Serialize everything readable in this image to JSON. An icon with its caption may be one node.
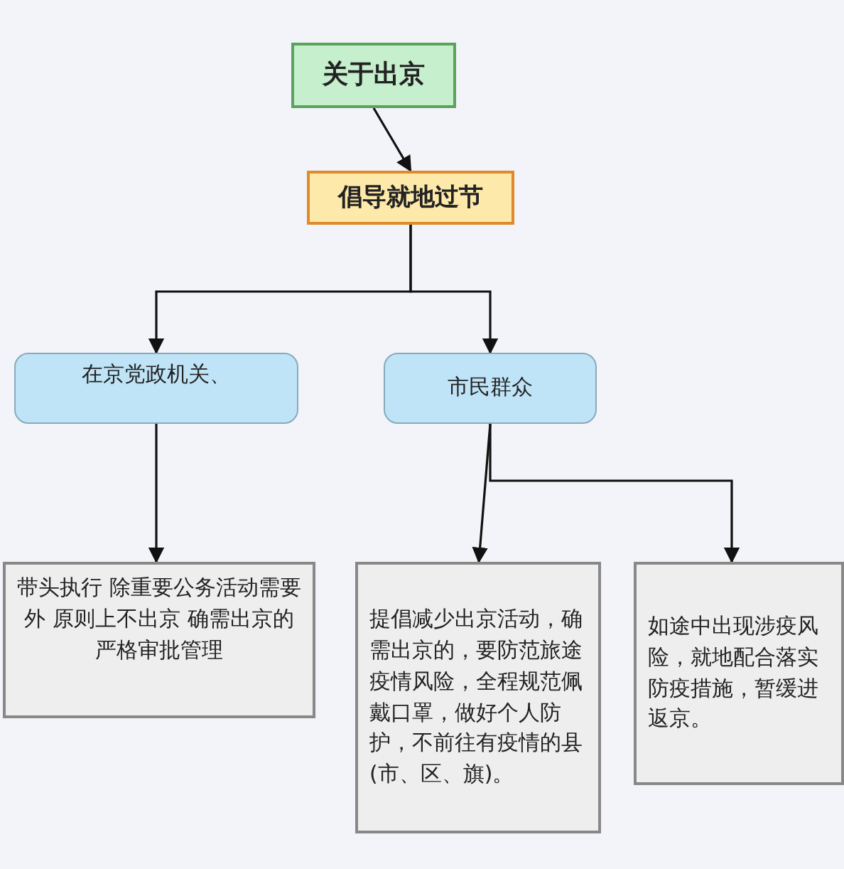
{
  "diagram": {
    "nodes": [
      {
        "text": [
          "关于出京"
        ]
      },
      {
        "text": [
          "倡导就地过节"
        ]
      },
      {
        "text": [
          "在京党政机关、"
        ]
      },
      {
        "text": [
          "市民群众"
        ]
      },
      {
        "text": [
          "带头执行 除重要公务活动需要外 原则上不出京 确需出京的严格审批管理"
        ]
      },
      {
        "text": [
          "提倡减少出京活动，确需出京的，要防范旅途疫情风险，全程规范佩戴口罩，做好个人防护，不前往有疫情的县(市、区、旗)。"
        ]
      },
      {
        "text": [
          "如途中出现涉疫风险，就地配合落实防疫措施，暂缓进返京。"
        ]
      }
    ],
    "edges": [
      {
        "from": 0,
        "to": 1,
        "arrow": "to"
      },
      {
        "from": 1,
        "to": 2,
        "arrow": "to"
      },
      {
        "from": 1,
        "to": 3,
        "arrow": "to"
      },
      {
        "from": 2,
        "to": 4,
        "arrow": "to"
      },
      {
        "from": 3,
        "to": 5,
        "arrow": "to"
      },
      {
        "from": 3,
        "to": 6,
        "arrow": "to"
      }
    ]
  }
}
